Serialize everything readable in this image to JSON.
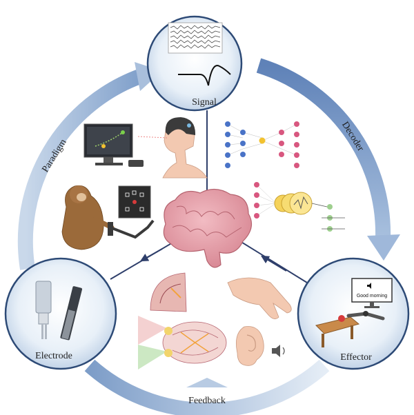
{
  "nodes": {
    "signal": "Signal",
    "electrode": "Electrode",
    "effector": "Effector"
  },
  "cycle": {
    "paradigm": "Paradigm",
    "decoder": "Decoder",
    "feedback": "Feedback"
  },
  "effector_screen": {
    "text": "Good morning"
  },
  "colors": {
    "ring_dark": "#6f90c0",
    "ring_light": "#dbe6f2",
    "circle_fill": "#eef4fa",
    "circle_stroke": "#2d4a76",
    "spoke": "#2f3f6b",
    "brain": "#e8a5ae",
    "neuron_pink": "#d8577f",
    "neuron_blue": "#4a73c7",
    "neuron_yellow": "#f2c230"
  },
  "icons": [
    "signal-waveform-icon",
    "eeg-traces-icon",
    "neural-network-icon",
    "monitor-subject-icon",
    "human-head-icon",
    "monkey-experiment-icon",
    "brain-icon",
    "electrode-array-icon",
    "robot-arm-icon",
    "hand-icon",
    "ear-icon",
    "speaker-icon"
  ]
}
